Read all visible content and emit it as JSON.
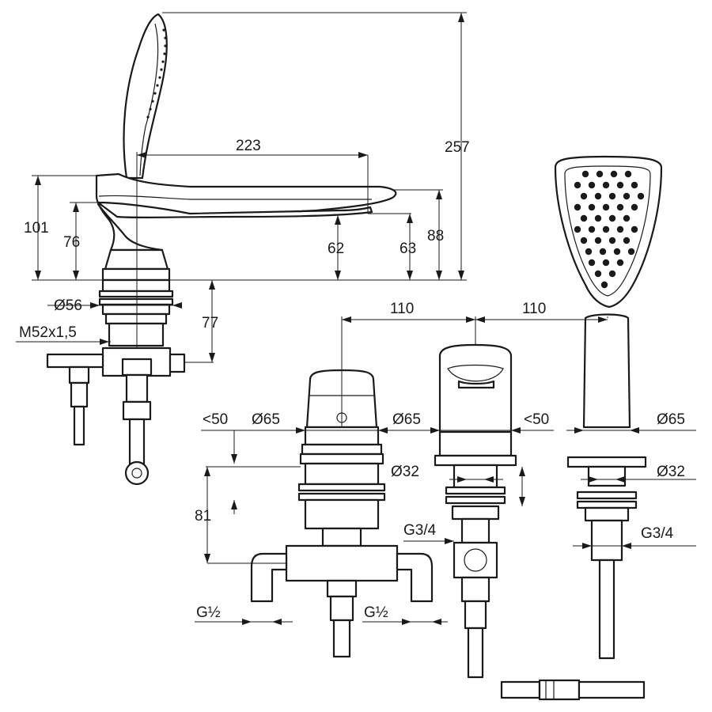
{
  "dimensions": {
    "spout_reach": "223",
    "total_height": "257",
    "height_101": "101",
    "height_76": "76",
    "height_62": "62",
    "height_63": "63",
    "height_88": "88",
    "diameter_56": "Ø56",
    "thread": "M52x1,5",
    "depth_77": "77",
    "spacing_left": "110",
    "spacing_right": "110",
    "thickness_left": "<50",
    "thickness_right": "<50",
    "diameter_65_left": "Ø65",
    "diameter_65_mid": "Ø65",
    "diameter_65_right": "Ø65",
    "diameter_32_mid": "Ø32",
    "diameter_32_right": "Ø32",
    "depth_81": "81",
    "g34_mid": "G3/4",
    "g34_right": "G3/4",
    "g12_left": "G½",
    "g12_right": "G½"
  }
}
